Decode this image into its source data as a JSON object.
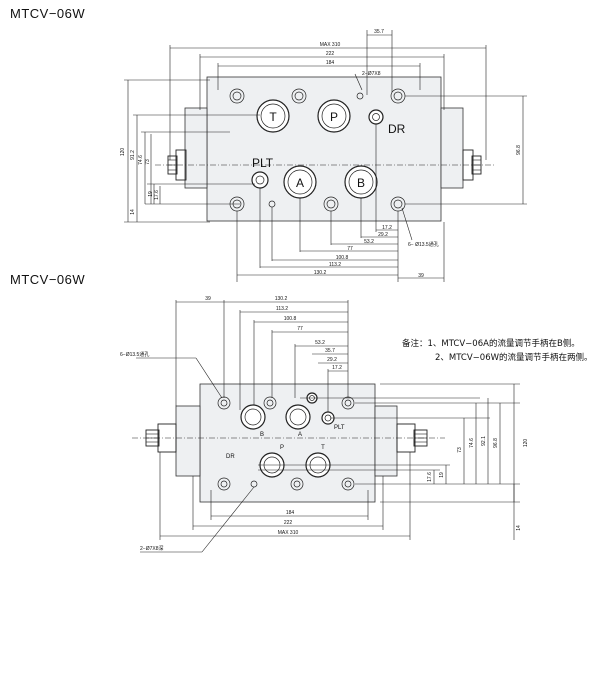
{
  "titles": {
    "top": "MTCV−06W",
    "bottom": "MTCV−06W"
  },
  "notes": {
    "line1": "备注：1、MTCV−06A的流量调节手柄在B侧。",
    "line2": "2、MTCV−06W的流量调节手柄在两侧。"
  },
  "top_view": {
    "port_labels": {
      "T": "T",
      "P": "P",
      "A": "A",
      "B": "B",
      "PLT": "PLT",
      "DR": "DR"
    },
    "dims": {
      "d357": "35.7",
      "max310": "MAX 310",
      "d222": "222",
      "d184": "184",
      "pin": "2−Ø7X8",
      "h120": "120",
      "h912": "91.2",
      "h746": "74.6",
      "h73": "73",
      "h19": "19",
      "h176": "17.6",
      "h14": "14",
      "r968": "96.8",
      "b172": "17.2",
      "b292": "29.2",
      "b532": "53.2",
      "b77": "77",
      "b1008": "100.8",
      "b1132": "113.2",
      "b1302": "130.2",
      "b39": "39",
      "holes": "6− Ø13.5通孔"
    }
  },
  "bottom_view": {
    "port_labels": {
      "B": "B",
      "A": "A",
      "PLT": "PLT",
      "DR": "DR",
      "P": "P",
      "T": "T"
    },
    "dims": {
      "t39": "39",
      "t1302": "130.2",
      "t1132": "113.2",
      "t1008": "100.8",
      "t77": "77",
      "t532": "53.2",
      "t357": "35.7",
      "t292": "29.2",
      "t172": "17.2",
      "holes": "6−Ø13.5通孔",
      "r176": "17.6",
      "r19": "19",
      "r73": "73",
      "r746": "74.6",
      "r921": "92.1",
      "r968": "96.8",
      "r120": "120",
      "r14": "14",
      "b184": "184",
      "b222": "222",
      "bmax310": "MAX 310",
      "pin": "2−Ø7X8深"
    }
  }
}
